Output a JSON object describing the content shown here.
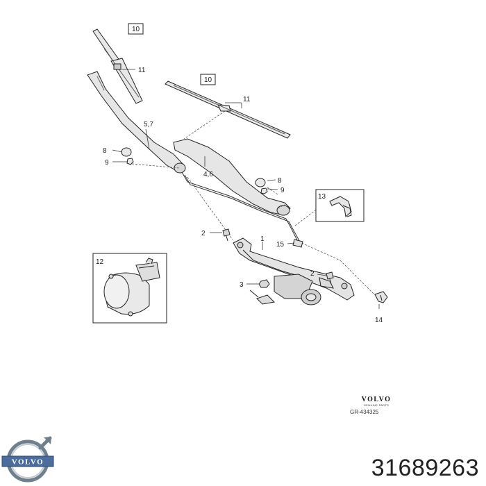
{
  "callouts": {
    "box_10_left": "10",
    "box_10_right": "10",
    "c11_left": "11",
    "c11_right": "11",
    "c57": "5,7",
    "c46": "4,6",
    "c8_left": "8",
    "c9_left": "9",
    "c8_right": "8",
    "c9_right": "9",
    "c13": "13",
    "c2_left": "2",
    "c1": "1",
    "c15": "15",
    "c12": "12",
    "c2_right": "2",
    "c3": "3",
    "c14": "14"
  },
  "genuine_parts": {
    "brand": "VOLVO",
    "subtitle": "GENUINE PARTS",
    "code": "GR-434325"
  },
  "logo_text": "VOLVO",
  "part_number": "31689263"
}
